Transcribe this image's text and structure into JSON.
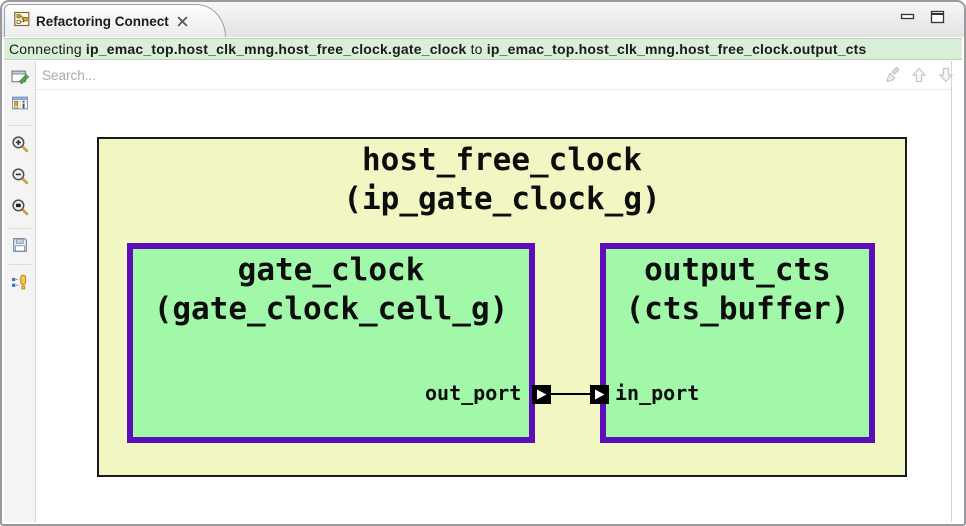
{
  "window": {
    "tab": {
      "title": "Refactoring Connect",
      "close_glyph": "✕"
    },
    "controls": [
      {
        "name": "minimize-icon"
      },
      {
        "name": "maximize-icon"
      }
    ]
  },
  "message_bar": {
    "prefix": "Connecting ",
    "source_path": "ip_emac_top.host_clk_mng.host_free_clock.gate_clock",
    "connector": " to ",
    "target_path": "ip_emac_top.host_clk_mng.host_free_clock.output_cts",
    "background": "#d9efd7"
  },
  "search": {
    "placeholder": "Search...",
    "actions": [
      {
        "name": "clear-highlight-icon",
        "enabled": false
      },
      {
        "name": "arrow-up-icon",
        "enabled": false
      },
      {
        "name": "arrow-down-icon",
        "enabled": false
      }
    ]
  },
  "toolbar": {
    "items": [
      {
        "name": "edit-view-icon"
      },
      {
        "name": "show-properties-icon"
      },
      {
        "name": "zoom-in-icon"
      },
      {
        "name": "zoom-out-icon"
      },
      {
        "name": "zoom-fit-icon"
      },
      {
        "name": "save-icon"
      },
      {
        "name": "connection-issues-icon"
      }
    ]
  },
  "diagram": {
    "parent": {
      "instance": "host_free_clock",
      "type": "(ip_gate_clock_g)"
    },
    "source": {
      "instance": "gate_clock",
      "type": "(gate_clock_cell_g)",
      "port": "out_port"
    },
    "target": {
      "instance": "output_cts",
      "type": "(cts_buffer)",
      "port": "in_port"
    },
    "colors": {
      "parent_fill": "#f1f6c2",
      "block_fill": "#a0f8a8",
      "block_border": "#5d0eb8",
      "wire": "#000000"
    }
  }
}
